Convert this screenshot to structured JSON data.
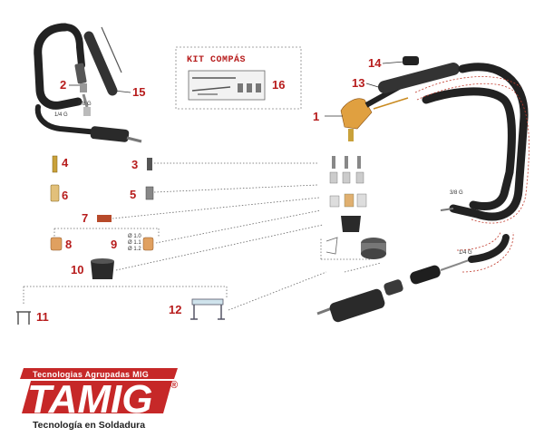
{
  "parts": [
    {
      "id": "p1",
      "label": "1"
    },
    {
      "id": "p2",
      "label": "2"
    },
    {
      "id": "p3",
      "label": "3"
    },
    {
      "id": "p4",
      "label": "4"
    },
    {
      "id": "p5",
      "label": "5"
    },
    {
      "id": "p6",
      "label": "6"
    },
    {
      "id": "p7",
      "label": "7"
    },
    {
      "id": "p8",
      "label": "8"
    },
    {
      "id": "p9",
      "label": "9"
    },
    {
      "id": "p10",
      "label": "10"
    },
    {
      "id": "p11",
      "label": "11"
    },
    {
      "id": "p12",
      "label": "12"
    },
    {
      "id": "p13",
      "label": "13"
    },
    {
      "id": "p14",
      "label": "14"
    },
    {
      "id": "p15",
      "label": "15"
    },
    {
      "id": "p16",
      "label": "16"
    }
  ],
  "kit": {
    "title": "KIT COMPÁS"
  },
  "thread_labels": {
    "top_left": "3/8 G",
    "small_left": "1/4 G",
    "right_mid": "3/8 G",
    "right_low": "1/4 G"
  },
  "diameters": [
    "Ø 1.0",
    "Ø 1.1",
    "Ø 1.2"
  ],
  "logo": {
    "band": "Tecnologias  Agrupadas  MIG",
    "brand": "TAMIG",
    "registered": "®",
    "tagline": "Tecnología en Soldadura"
  },
  "colors": {
    "accent": "#c62828",
    "text": "#222222"
  }
}
